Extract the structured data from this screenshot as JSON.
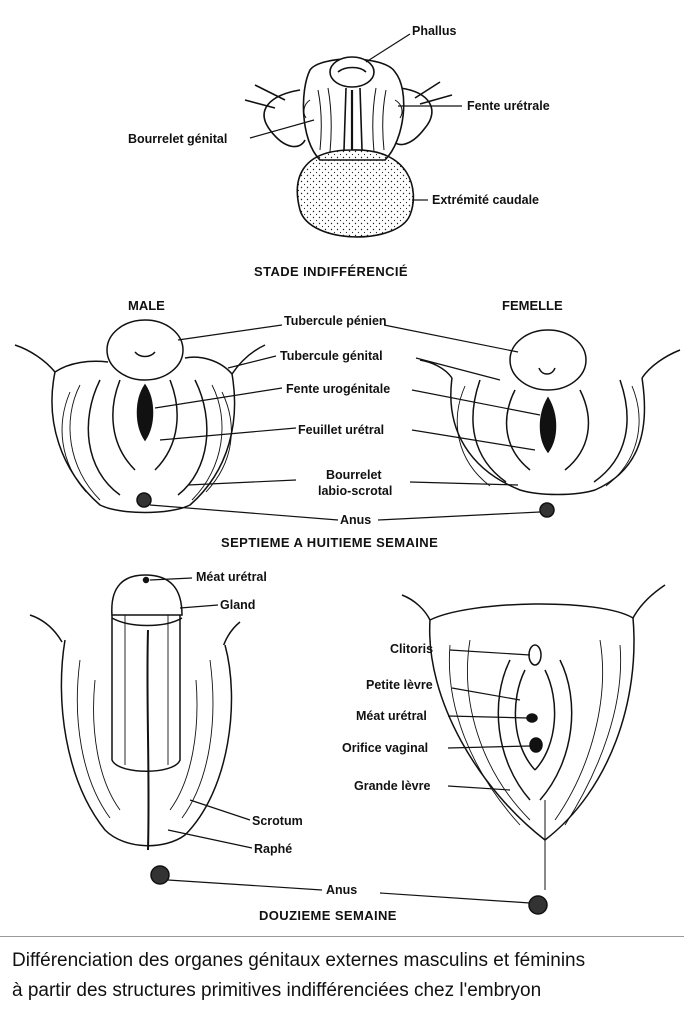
{
  "stages": {
    "indifferent": "STADE INDIFFÉRENCIÉ",
    "seventh_eighth": "SEPTIEME A HUITIEME SEMAINE",
    "twelfth": "DOUZIEME SEMAINE"
  },
  "sexes": {
    "male": "MALE",
    "female": "FEMELLE"
  },
  "labels_indifferent": {
    "phallus": "Phallus",
    "urethral_cleft": "Fente urétrale",
    "genital_fold": "Bourrelet génital",
    "caudal_end": "Extrémité caudale"
  },
  "labels_week7_8": {
    "penile_tubercle": "Tubercule pénien",
    "genital_tubercle": "Tubercule génital",
    "urogenital_cleft": "Fente urogénitale",
    "urethral_leaflet": "Feuillet urétral",
    "labioscrotal_1": "Bourrelet",
    "labioscrotal_2": "labio-scrotal",
    "anus": "Anus"
  },
  "labels_week12_male": {
    "urethral_meatus": "Méat urétral",
    "glans": "Gland",
    "scrotum": "Scrotum",
    "raphe": "Raphé",
    "anus": "Anus"
  },
  "labels_week12_female": {
    "clitoris": "Clitoris",
    "labium_minus": "Petite lèvre",
    "urethral_meatus": "Méat urétral",
    "vaginal_orifice": "Orifice vaginal",
    "labium_majus": "Grande lèvre"
  },
  "caption": {
    "line1": "Différenciation des organes génitaux externes masculins et féminins",
    "line2": "à partir des structures primitives indifférenciées chez l'embryon"
  }
}
